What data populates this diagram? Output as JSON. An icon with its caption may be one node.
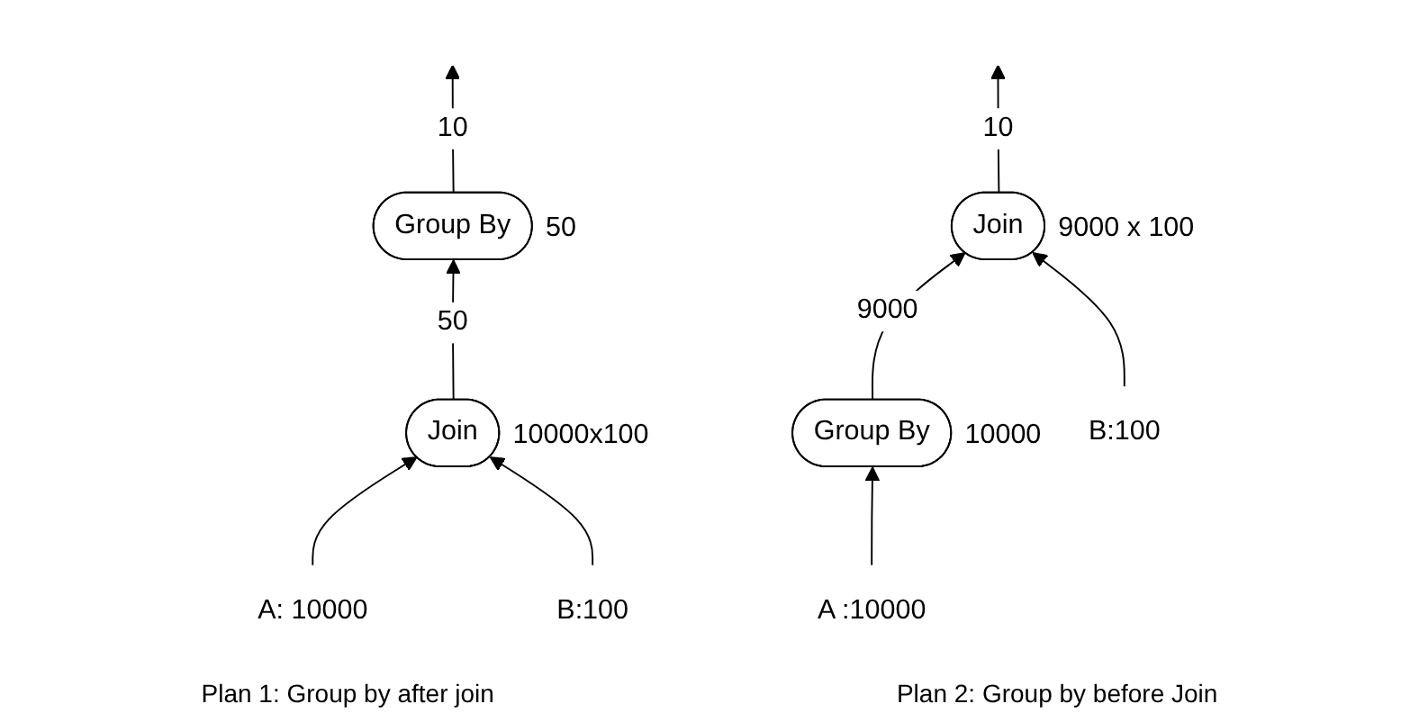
{
  "diagram": {
    "nodes": [
      {
        "text": [
          "Group By"
        ],
        "beside": [
          "50"
        ]
      },
      {
        "text": [
          "Join"
        ],
        "beside": [
          "10000x100"
        ]
      },
      {
        "text": [
          "A: 10000"
        ]
      },
      {
        "text": [
          "B:100"
        ]
      },
      {
        "text": [
          "Join"
        ],
        "beside": [
          "9000 x 100"
        ]
      },
      {
        "text": [
          "Group By"
        ],
        "beside": [
          "10000"
        ]
      },
      {
        "text": [
          "B:100"
        ]
      },
      {
        "text": [
          "A :10000"
        ]
      }
    ],
    "edges": [
      {
        "from": 0,
        "to": null,
        "arrow": "to",
        "label": "10"
      },
      {
        "from": 1,
        "to": 0,
        "arrow": "to",
        "label": "50"
      },
      {
        "from": 2,
        "to": 1,
        "arrow": "to"
      },
      {
        "from": 3,
        "to": 1,
        "arrow": "to"
      },
      {
        "from": 4,
        "to": null,
        "arrow": "to",
        "label": "10"
      },
      {
        "from": 5,
        "to": 4,
        "arrow": "to",
        "label": "9000"
      },
      {
        "from": 6,
        "to": 4,
        "arrow": "to"
      },
      {
        "from": 7,
        "to": 5,
        "arrow": "to"
      }
    ],
    "labels": [
      "Plan 1: Group by after join",
      "Plan 2: Group by before Join"
    ]
  }
}
